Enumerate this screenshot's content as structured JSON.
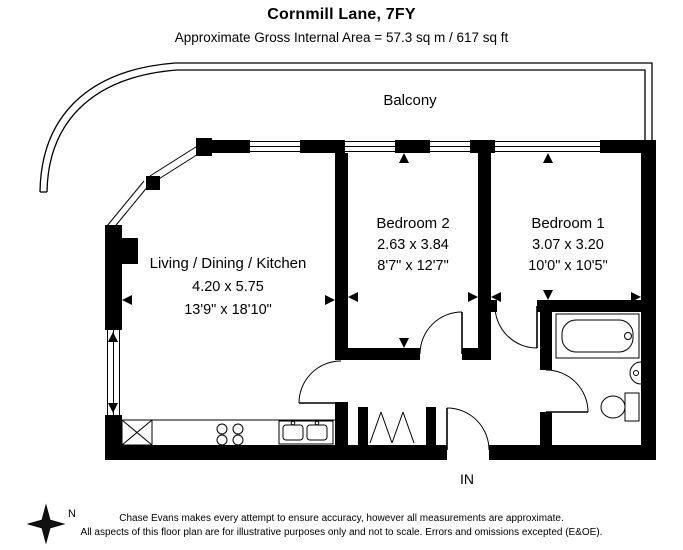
{
  "header": {
    "title": "Cornmill Lane, 7FY",
    "subtitle": "Approximate Gross Internal Area = 57.3 sq m / 617 sq ft"
  },
  "balcony_label": "Balcony",
  "rooms": {
    "living": {
      "name": "Living / Dining / Kitchen",
      "metric": "4.20 x 5.75",
      "imperial": "13'9\" x 18'10\""
    },
    "bedroom2": {
      "name": "Bedroom 2",
      "metric": "2.63 x 3.84",
      "imperial": "8'7\" x 12'7\""
    },
    "bedroom1": {
      "name": "Bedroom 1",
      "metric": "3.07 x 3.20",
      "imperial": "10'0\" x 10'5\""
    }
  },
  "entrance_label": "IN",
  "compass_label": "N",
  "footer": {
    "line1": "Chase Evans makes every attempt to ensure accuracy, however all measurements are approximate.",
    "line2": "All aspects of this floor plan are for illustrative purposes only and not to scale. Errors and omissions excepted (E&OE)."
  }
}
